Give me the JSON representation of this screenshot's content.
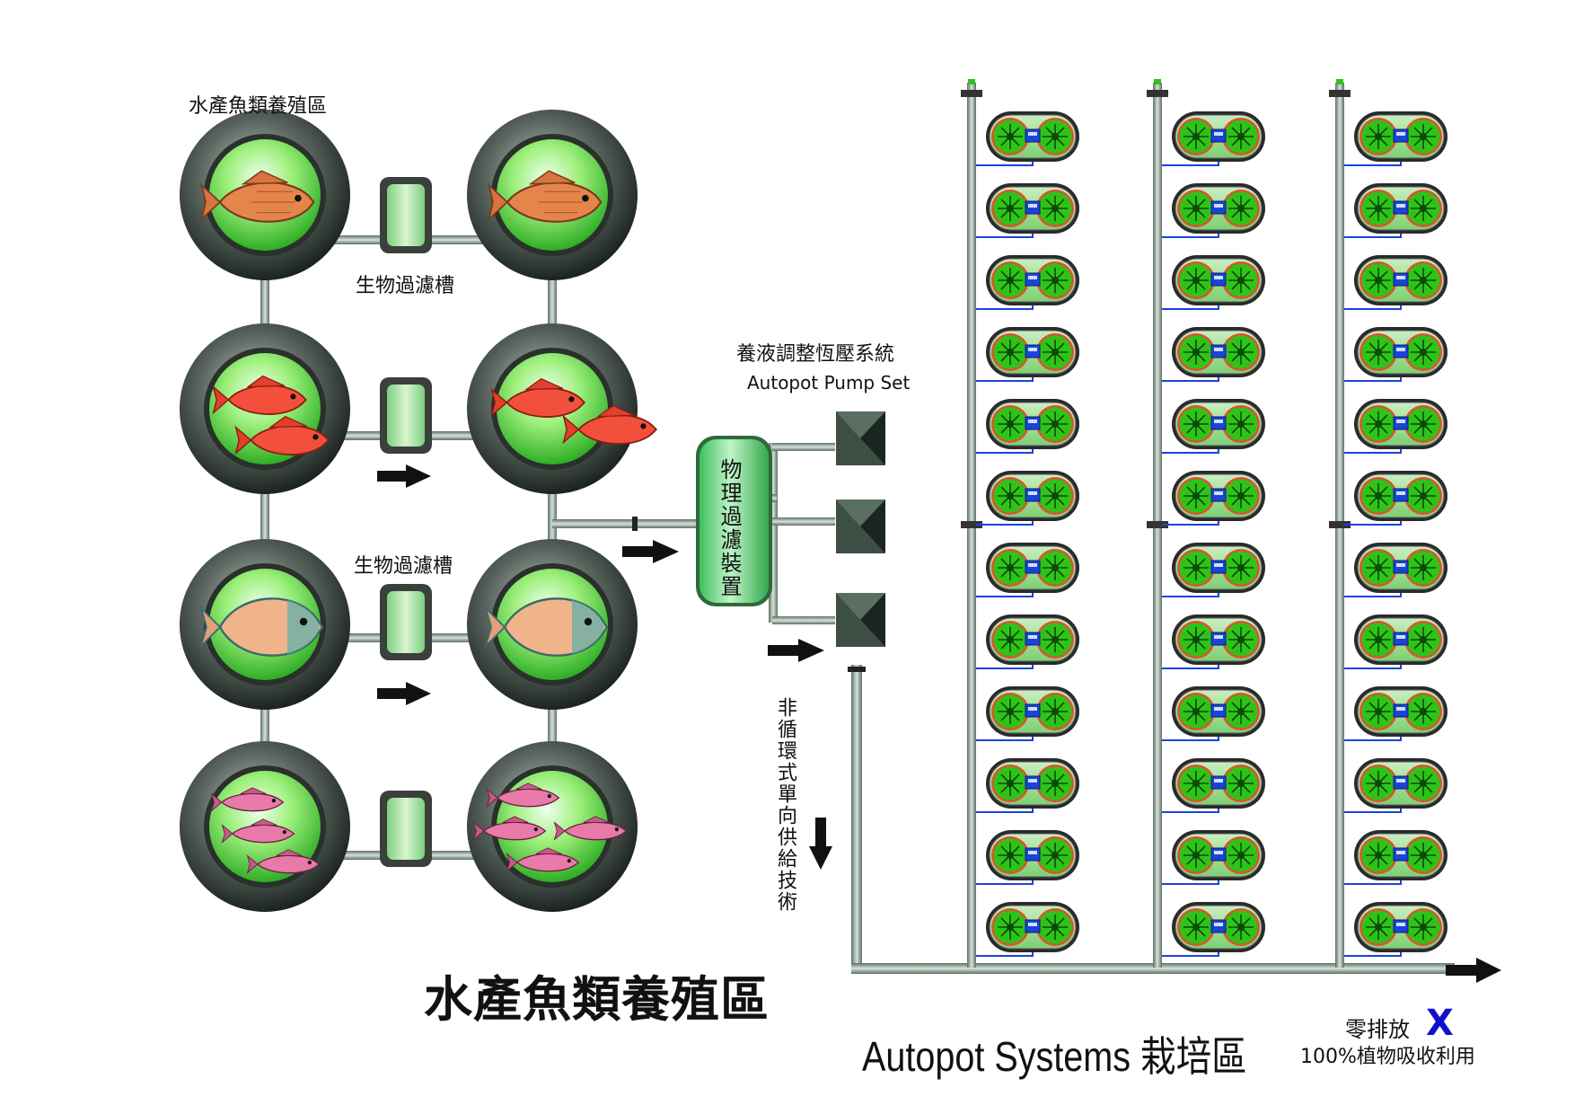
{
  "labels": {
    "fish_area_title": "水產魚類養殖區",
    "bio_filter_top": "生物過濾槽",
    "bio_filter_mid": "生物過濾槽",
    "nutrient_system": "養液調整恆壓系統",
    "pump_set": "Autopot Pump Set",
    "physical_filter": "物理過濾裝置",
    "non_recirculating": "非循環式單向供給技術",
    "fish_area_big": "水產魚類養殖區",
    "autopot_area": "Autopot Systems 栽培區",
    "zero_discharge": "零排放",
    "zero_discharge_mark": "X",
    "absorption": "100%植物吸收利用"
  },
  "icons": {
    "flow_arrow": "arrow-right-icon",
    "down_arrow": "arrow-down-icon",
    "zero_mark": "x-mark-icon"
  },
  "colors": {
    "tank_green": "#7de35a",
    "plant_green": "#2fc31a",
    "pipe": "#8fa89a",
    "blue_line": "#1a44d8",
    "mark_blue": "#1010cc"
  }
}
